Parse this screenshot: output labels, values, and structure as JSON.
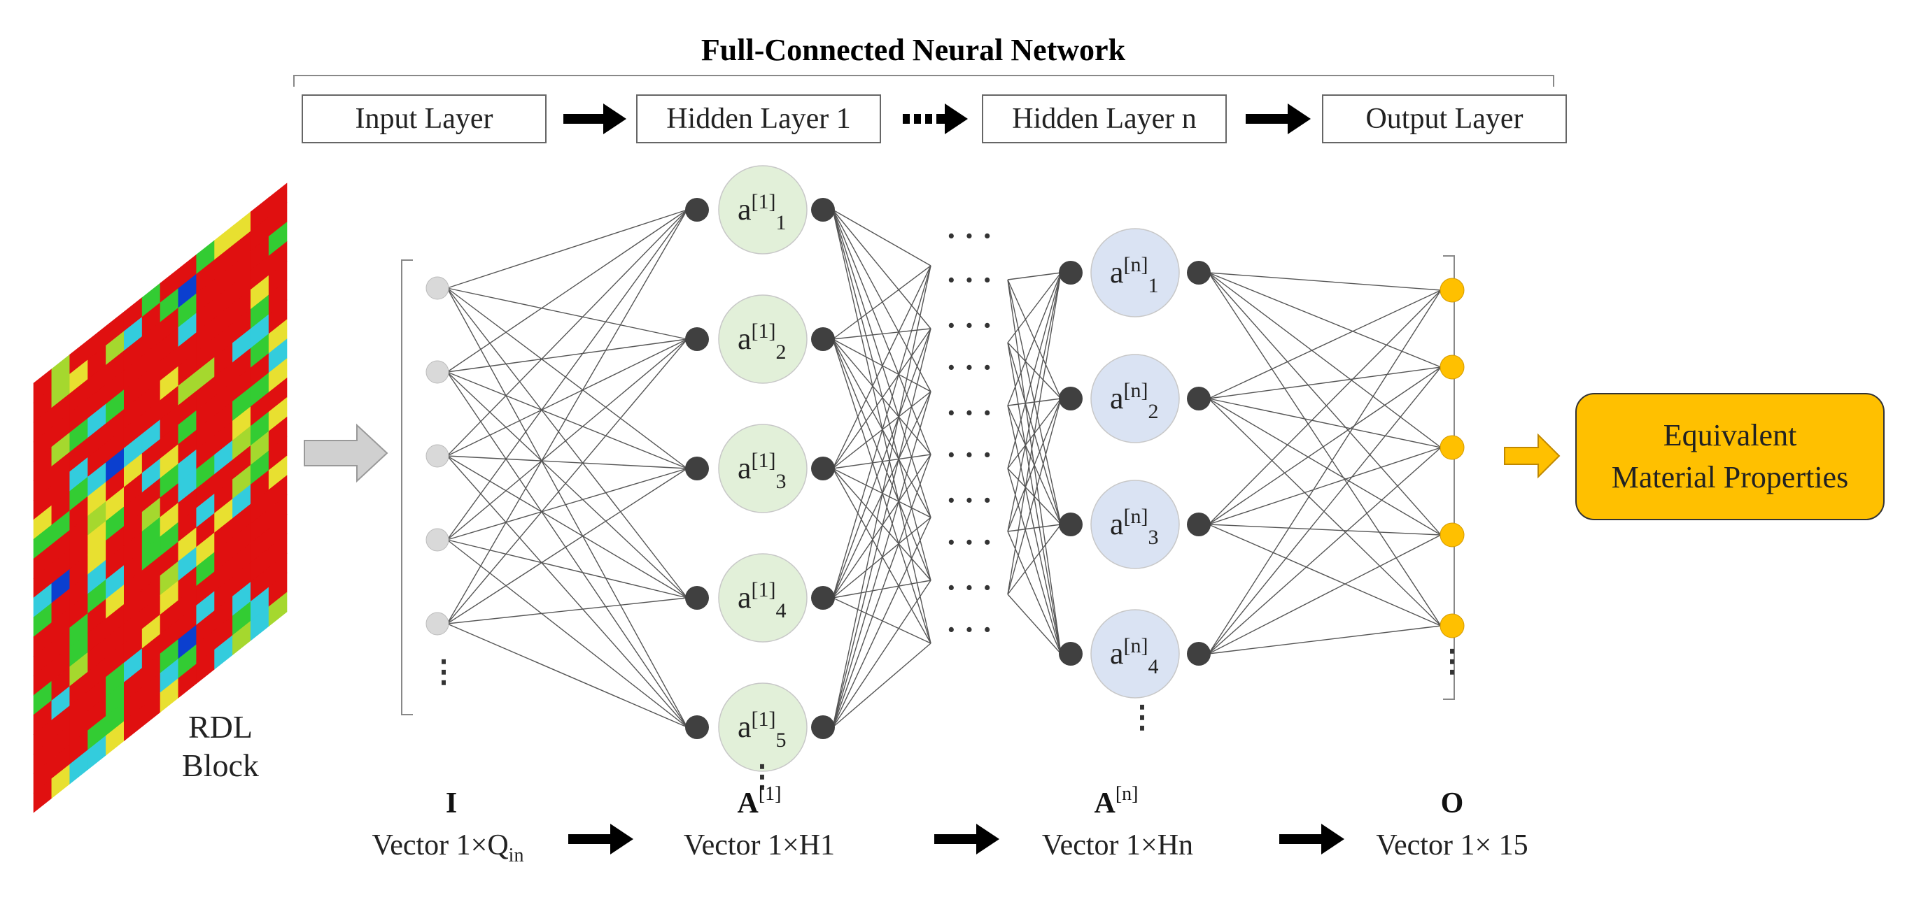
{
  "title": "Full-Connected Neural Network",
  "layers": [
    {
      "label": "Input Layer"
    },
    {
      "label": "Hidden Layer 1"
    },
    {
      "label": "Hidden Layer n"
    },
    {
      "label": "Output Layer"
    }
  ],
  "hidden1": {
    "base": "a",
    "superscript": "[1]",
    "subscripts": [
      "1",
      "2",
      "3",
      "4",
      "5"
    ],
    "vertical_dots": "⋮"
  },
  "hiddenN": {
    "base": "a",
    "superscript": "[n]",
    "subscripts": [
      "1",
      "2",
      "3",
      "4"
    ],
    "vertical_dots": "⋮"
  },
  "input_dots": "⋮",
  "output_dots": "⋮",
  "between_dots": "· · ·",
  "output_box": {
    "line1": "Equivalent",
    "line2": "Material Properties"
  },
  "rdl": {
    "line1": "RDL",
    "line2": "Block"
  },
  "vectors": [
    {
      "symbol": "I",
      "sup": "",
      "text": "Vector 1×Q",
      "sub": "in"
    },
    {
      "symbol": "A",
      "sup": "[1]",
      "text": "Vector 1×H1",
      "sub": ""
    },
    {
      "symbol": "A",
      "sup": "[n]",
      "text": "Vector 1×Hn",
      "sub": ""
    },
    {
      "symbol": "O",
      "sup": "",
      "text": "Vector 1× 15",
      "sub": ""
    }
  ],
  "colors": {
    "input_node": "#d9d9d9",
    "hidden1_node": "#e2f0d9",
    "hiddenN_node": "#dae3f3",
    "connector_node": "#404040",
    "output_node": "#ffc000",
    "output_box": "#ffc000",
    "arrow_gray": "#d0d0d0",
    "arrow_orange": "#ffc000",
    "rdl_palette": [
      "#e01010",
      "#33cc33",
      "#33ccdd",
      "#e8e030",
      "#0b3fcf",
      "#a5d82e"
    ]
  }
}
